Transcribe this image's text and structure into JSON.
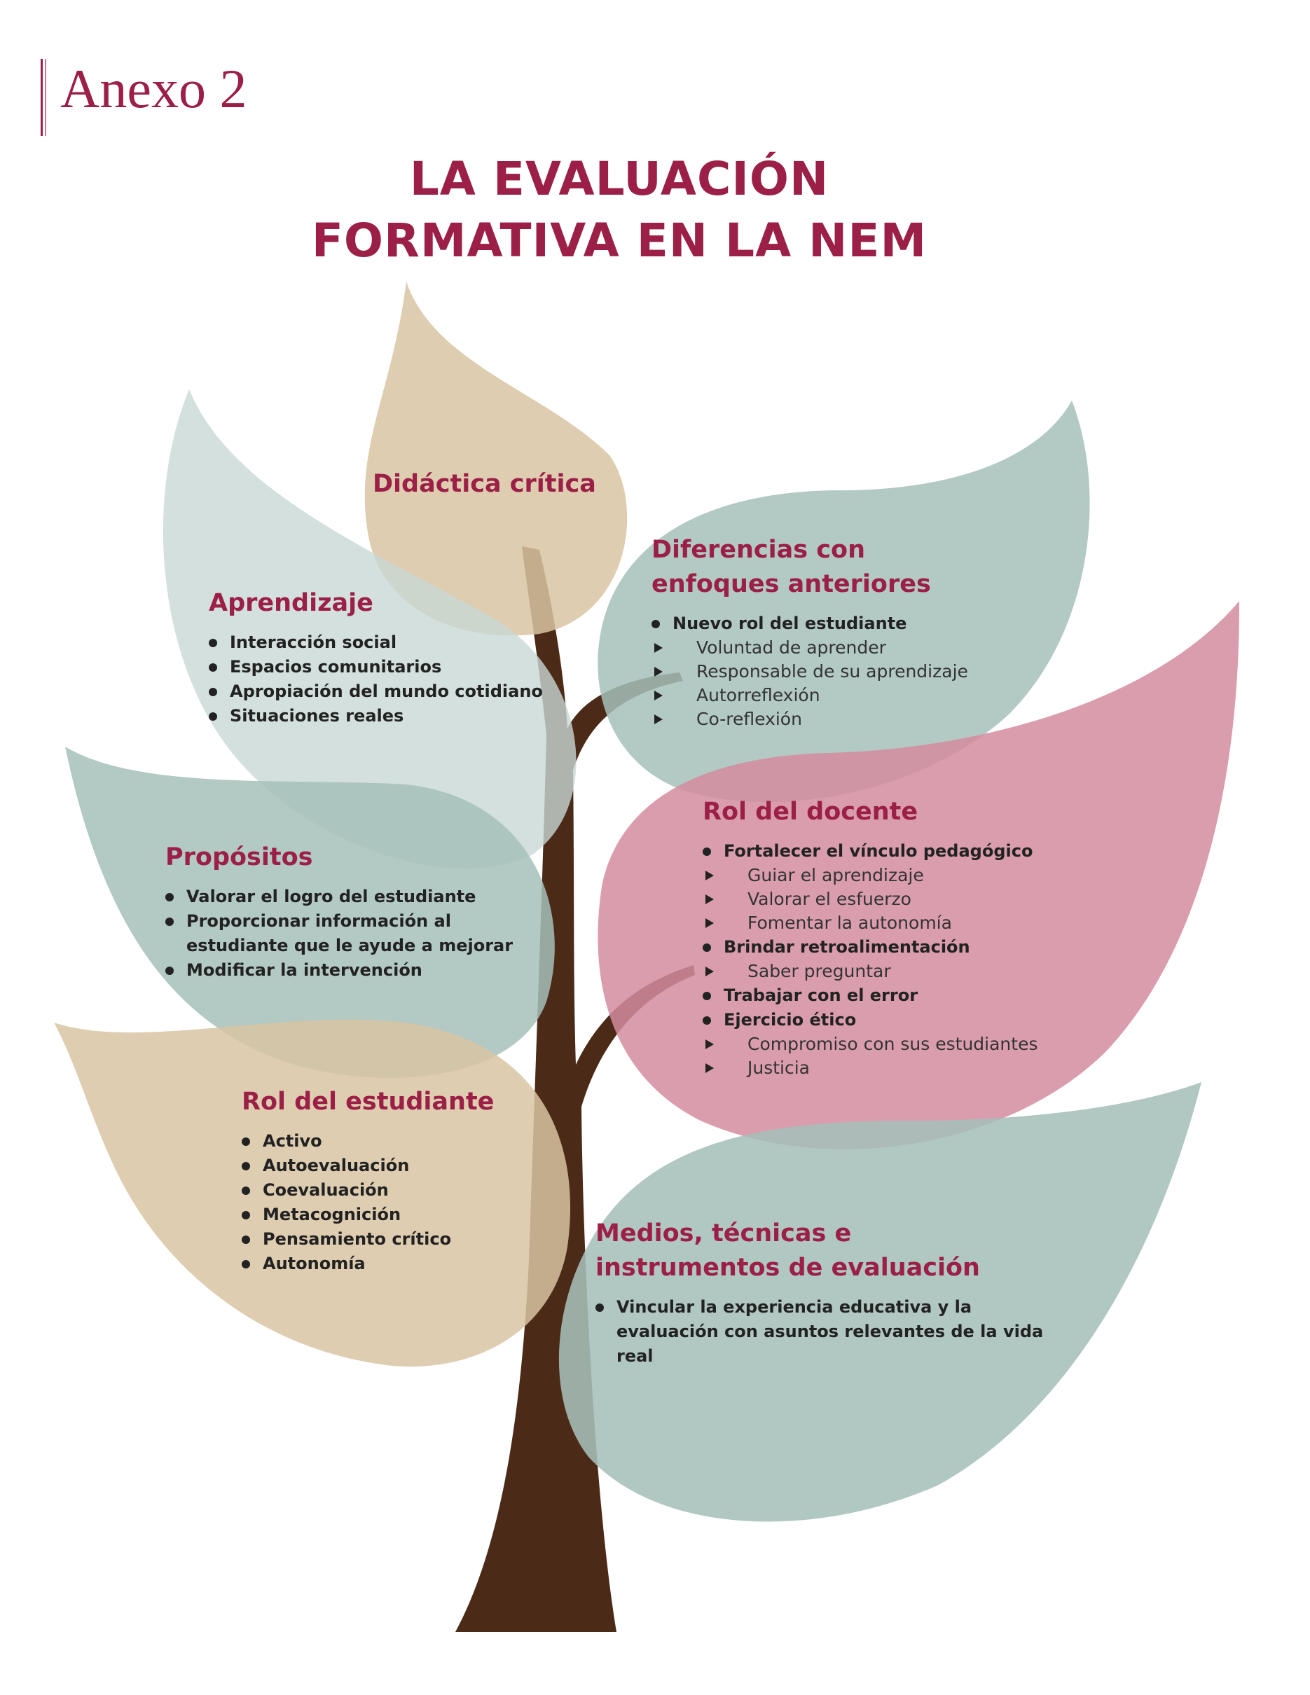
{
  "header": {
    "annex": "Anexo 2",
    "title_line1": "LA EVALUACIÓN",
    "title_line2": "FORMATIVA EN LA NEM"
  },
  "colors": {
    "accent": "#9b1f46",
    "tan": "#d8c4a2",
    "light_teal": "#c8d8d4",
    "teal": "#a6bfba",
    "pink": "#d48c9f",
    "trunk": "#4b2a17"
  },
  "leaves": {
    "didactica": {
      "heading": [
        "Didáctica crítica"
      ],
      "items": []
    },
    "aprendizaje": {
      "heading": [
        "Aprendizaje"
      ],
      "items": [
        {
          "text": "Interacción social"
        },
        {
          "text": "Espacios comunitarios"
        },
        {
          "text": "Apropiación del mundo cotidiano"
        },
        {
          "text": "Situaciones reales"
        }
      ]
    },
    "diferencias": {
      "heading": [
        "Diferencias con",
        "enfoques anteriores"
      ],
      "items": [
        {
          "text": "Nuevo rol del estudiante",
          "subs": [
            "Voluntad de aprender",
            "Responsable de su aprendizaje",
            "Autorreflexión",
            "Co-reflexión"
          ]
        }
      ]
    },
    "docente": {
      "heading": [
        "Rol del docente"
      ],
      "items": [
        {
          "text": "Fortalecer el vínculo pedagógico",
          "subs": [
            "Guiar el aprendizaje",
            "Valorar el esfuerzo",
            "Fomentar la autonomía"
          ]
        },
        {
          "text": "Brindar retroalimentación",
          "subs": [
            "Saber preguntar"
          ]
        },
        {
          "text": "Trabajar con el error"
        },
        {
          "text": "Ejercicio ético",
          "subs": [
            "Compromiso con sus estudiantes",
            "Justicia"
          ]
        }
      ]
    },
    "propositos": {
      "heading": [
        "Propósitos"
      ],
      "items": [
        {
          "text": "Valorar el logro del estudiante"
        },
        {
          "text": "Proporcionar información al estudiante que le ayude a mejorar"
        },
        {
          "text": "Modificar la intervención"
        }
      ]
    },
    "estudiante": {
      "heading": [
        "Rol del estudiante"
      ],
      "items": [
        {
          "text": "Activo"
        },
        {
          "text": "Autoevaluación"
        },
        {
          "text": "Coevaluación"
        },
        {
          "text": "Metacognición"
        },
        {
          "text": "Pensamiento crítico"
        },
        {
          "text": "Autonomía"
        }
      ]
    },
    "medios": {
      "heading": [
        "Medios, técnicas e",
        "instrumentos de evaluación"
      ],
      "items": [
        {
          "text": "Vincular la experiencia educativa y la evaluación con asuntos relevantes de la vida real"
        }
      ]
    }
  }
}
